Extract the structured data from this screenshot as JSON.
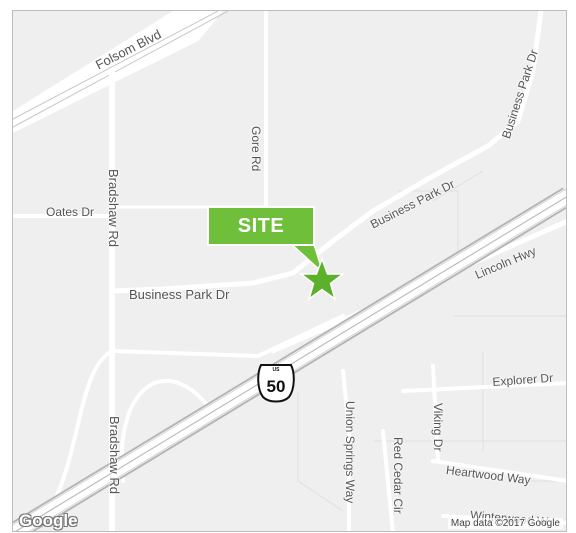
{
  "map": {
    "colors": {
      "land": "#efefef",
      "road": "#ffffff",
      "highway_casing": "#b5b5b5",
      "site_green": "#6fbf3a",
      "label": "#555555"
    },
    "street_labels": {
      "folsom_blvd": "Folsom Blvd",
      "business_park_dr_ne": "Business Park Dr",
      "gore_rd": "Gore Rd",
      "business_park_dr_mid": "Business Park Dr",
      "oates_dr": "Oates Dr",
      "bradshaw_rd_north": "Bradshaw Rd",
      "lincoln_hwy": "Lincoln Hwy",
      "business_park_dr_west": "Business Park Dr",
      "explorer_dr": "Explorer Dr",
      "union_springs_way": "Union Springs Way",
      "viking_dr": "Viking Dr",
      "red_cedar_cir": "Red Cedar Cir",
      "bradshaw_rd_south": "Bradshaw Rd",
      "heartwood_way": "Heartwood Way",
      "winterwood_way": "Winterwood W"
    },
    "site_label": "SITE",
    "marker_icon": "star-icon",
    "highway_shield": {
      "prefix": "US",
      "number": "50",
      "icon": "us-route-shield-icon"
    },
    "logo_text": "Google",
    "attribution": "Map data ©2017 Google"
  }
}
